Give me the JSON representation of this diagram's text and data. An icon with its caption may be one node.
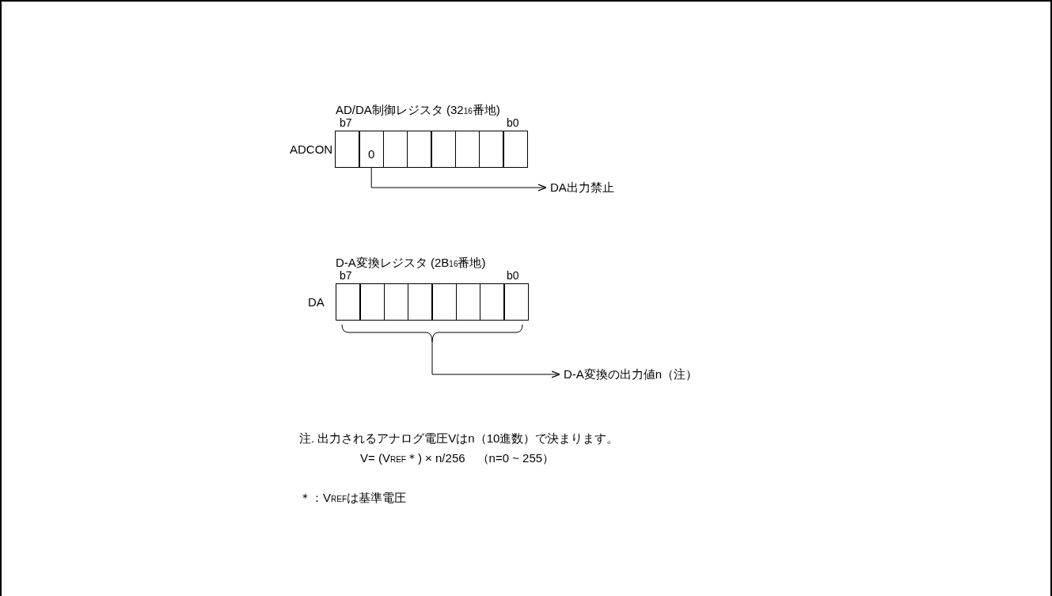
{
  "diagram": {
    "nodes": [
      {
        "text": [],
        "shape": "box"
      },
      {
        "text": [
          "0"
        ]
      },
      {
        "text": [],
        "shape": "box"
      },
      {
        "text": [],
        "shape": "box"
      },
      {
        "text": [],
        "shape": "box"
      },
      {
        "text": [],
        "shape": "box"
      },
      {
        "text": [],
        "shape": "box"
      },
      {
        "text": [],
        "shape": "box"
      },
      {
        "text": [
          "DA出力禁止"
        ]
      },
      {
        "text": [],
        "shape": "box"
      },
      {
        "text": [],
        "shape": "box"
      },
      {
        "text": [],
        "shape": "box"
      },
      {
        "text": [],
        "shape": "box"
      },
      {
        "text": [],
        "shape": "box"
      },
      {
        "text": [],
        "shape": "box"
      },
      {
        "text": [],
        "shape": "box"
      },
      {
        "text": [],
        "shape": "box"
      },
      {
        "text": [],
        "shape": "bracket"
      },
      {
        "text": [
          "D-A変換の出力値n（注）"
        ]
      }
    ],
    "edges": [
      {
        "from": 1,
        "to": 8,
        "arrow": "to"
      },
      {
        "from": 17,
        "to": 18,
        "arrow": "to"
      }
    ],
    "labels": [
      "AD/DA制御レジスタ (32$_{16}$番地)",
      "b7",
      "b0",
      "ADCON",
      "D-A変換レジスタ (2B$_{16}$番地)",
      "b7",
      "b0",
      "DA",
      "注. 出力されるアナログ電圧Vはn（10進数）で決まります。",
      "V= (V$_{REF}$＊) × n/256　（n=0 ~ 255）",
      "＊：V$_{REF}$は基準電圧"
    ]
  }
}
